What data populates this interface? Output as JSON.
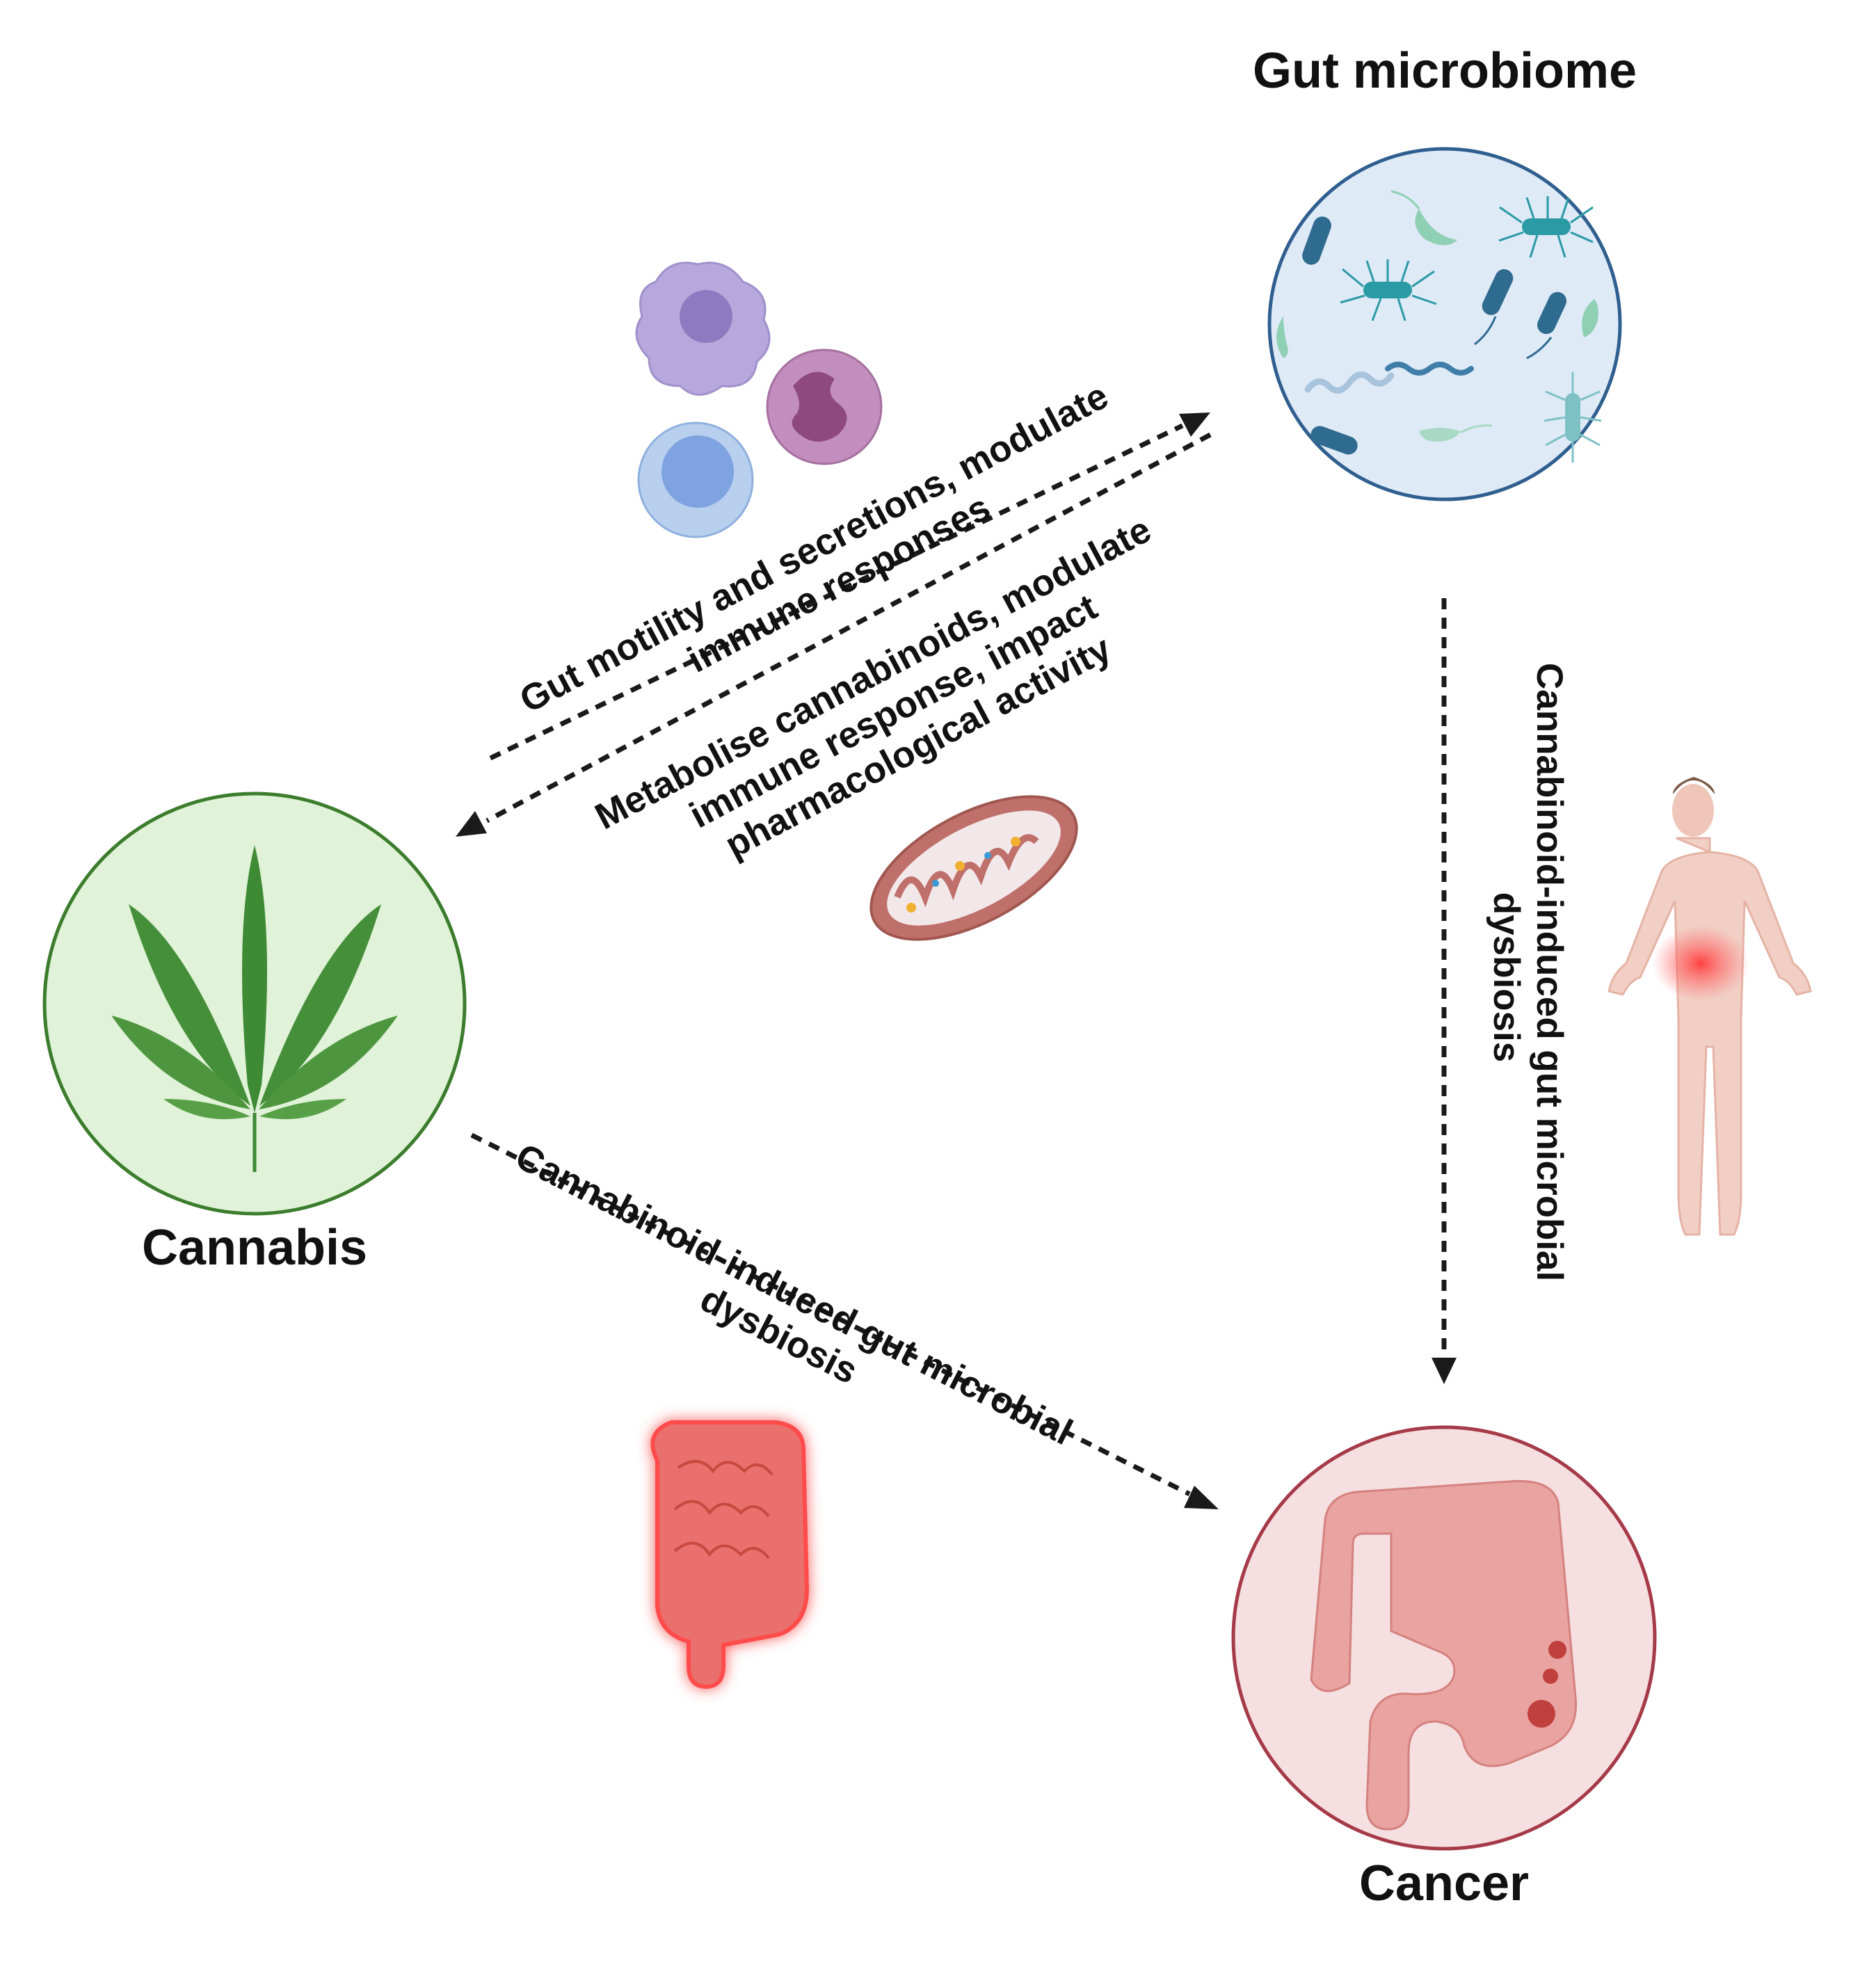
{
  "nodes": {
    "gut_microbiome": {
      "label": "Gut microbiome",
      "fill": "#dfeaf7",
      "stroke": "#2f5f8f"
    },
    "cannabis": {
      "label": "Cannabis",
      "fill": "#e0f2d8",
      "stroke": "#3b7d2c"
    },
    "cancer": {
      "label": "Cancer",
      "fill": "#f6dfe0",
      "stroke": "#a53a48"
    }
  },
  "edges": {
    "cannabis_to_microbiome": {
      "lines": [
        "Gut motility and secretions, modulate",
        "immune responses"
      ]
    },
    "microbiome_to_cannabis": {
      "lines": [
        "Metabolise cannabinoids, modulate",
        "immune response, impact",
        "pharmacological activity"
      ]
    },
    "microbiome_to_cancer": {
      "lines": [
        "Cannabinoid-induced gut microbial",
        "dysbiosis"
      ]
    },
    "cannabis_to_cancer": {
      "lines": [
        "Cannabinoid-induced gut microbial",
        "dysbiosis"
      ]
    }
  },
  "illustrations": [
    "immune-cells-icon",
    "mitochondrion-icon",
    "bacteria-icon",
    "cannabis-leaf-icon",
    "human-body-icon",
    "inflamed-intestine-icon",
    "colon-tumor-icon"
  ]
}
